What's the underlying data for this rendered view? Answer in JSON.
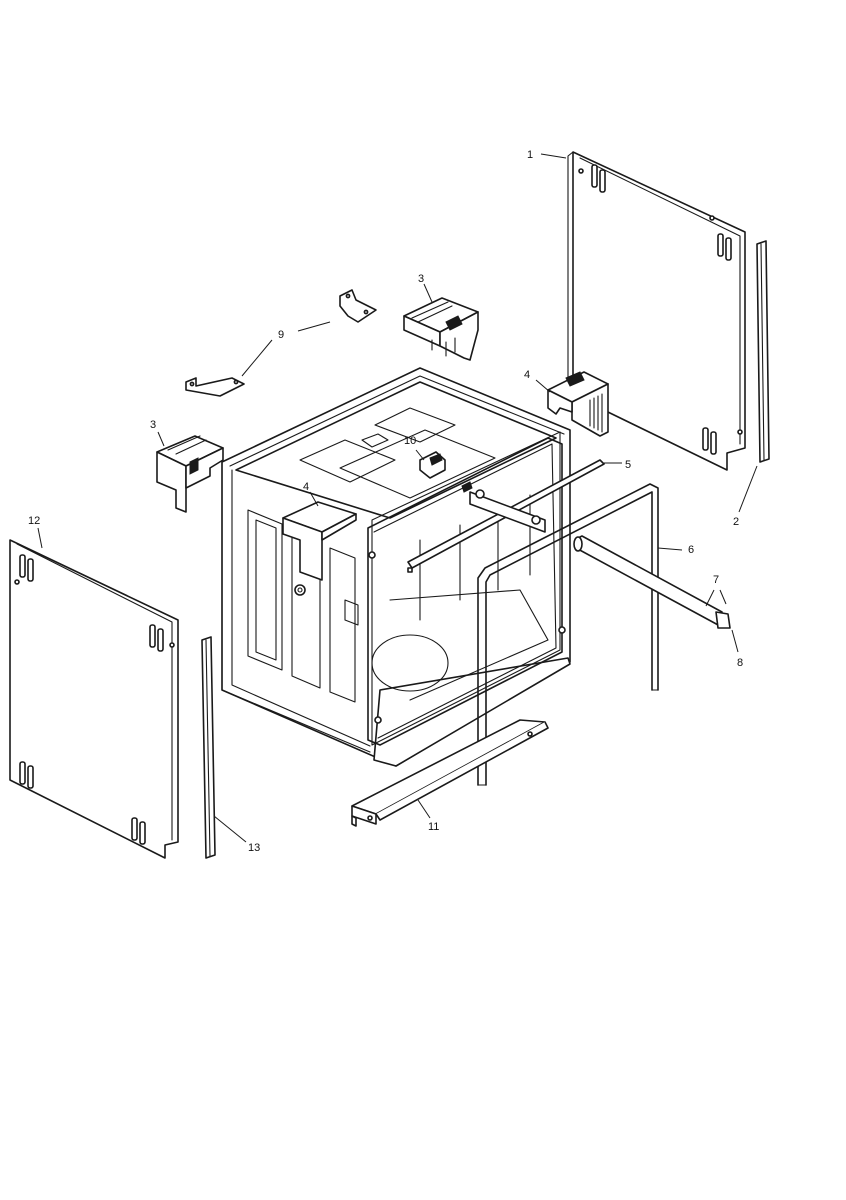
{
  "callouts": [
    {
      "num": "1"
    },
    {
      "num": "2"
    },
    {
      "num": "3"
    },
    {
      "num": "3"
    },
    {
      "num": "4"
    },
    {
      "num": "4"
    },
    {
      "num": "5"
    },
    {
      "num": "6"
    },
    {
      "num": "7"
    },
    {
      "num": "8"
    },
    {
      "num": "9"
    },
    {
      "num": "10"
    },
    {
      "num": "11"
    },
    {
      "num": "12"
    },
    {
      "num": "13"
    }
  ]
}
